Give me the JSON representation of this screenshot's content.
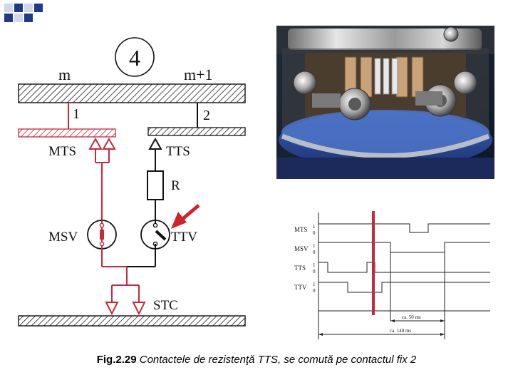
{
  "decoration": {
    "square_colors": [
      "#1f3a8a",
      "#d0d6ec"
    ]
  },
  "schematic": {
    "step_number": "4",
    "bar_left_label": "m",
    "bar_right_label": "m+1",
    "contact_1_label": "1",
    "contact_2_label": "2",
    "mts_label": "MTS",
    "tts_label": "TTS",
    "resistor_label": "R",
    "msv_label": "MSV",
    "ttv_label": "TTV",
    "stc_label": "STC",
    "colors": {
      "main_circuit": "#c8283c",
      "transition_circuit": "#111111",
      "arrow": "#d0232a"
    }
  },
  "photo": {
    "subject": "on-load tap changer diverter switch photo"
  },
  "timing_diagram": {
    "signals": [
      {
        "name": "MTS",
        "high": "1",
        "low": "0"
      },
      {
        "name": "MSV",
        "high": "1",
        "low": "0"
      },
      {
        "name": "TTS",
        "high": "1",
        "low": "0"
      },
      {
        "name": "TTV",
        "high": "1",
        "low": "0"
      }
    ],
    "duration_short": "ca. 50 ms",
    "duration_long": "ca. 140 ms",
    "marker_color": "#c8283c"
  },
  "caption": {
    "figure": "Fig.2.29",
    "text": " Contactele de rezistenţă TTS, se comută pe contactul fix 2"
  }
}
